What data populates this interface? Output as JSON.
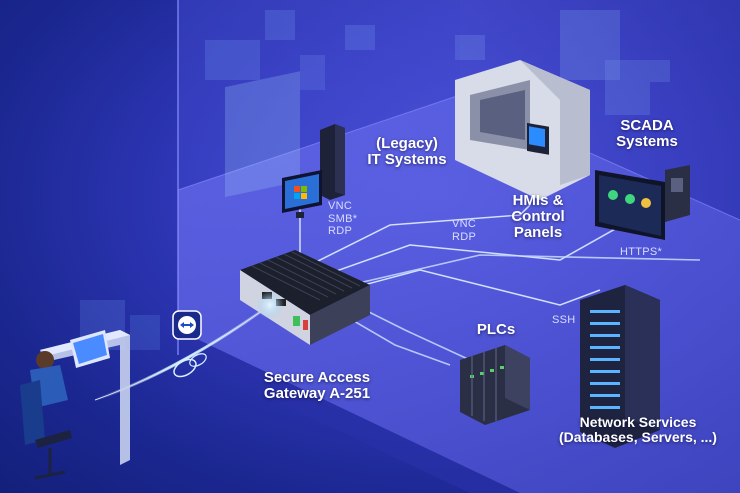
{
  "labels": {
    "legacy_it": [
      "(Legacy)",
      "IT Systems"
    ],
    "hmi": [
      "HMIs &",
      "Control",
      "Panels"
    ],
    "scada": [
      "SCADA",
      "Systems"
    ],
    "plcs": "PLCs",
    "gateway": [
      "Secure Access",
      "Gateway A-251"
    ],
    "network_services": [
      "Network Services",
      "(Databases, Servers, ...)"
    ]
  },
  "protocols": {
    "it_systems": [
      "VNC",
      "SMB*",
      "RDP"
    ],
    "hmi": [
      "VNC",
      "RDP"
    ],
    "scada": "HTTPS*",
    "network_services": "SSH"
  },
  "colors": {
    "background": "#2f37b8",
    "floor": "#5a5fe0",
    "connection_line": "#bcd2ff",
    "glow": "#8fd0ff",
    "device": "#2a2f45"
  },
  "icons": [
    "teamviewer-icon",
    "windows-logo-icon"
  ]
}
